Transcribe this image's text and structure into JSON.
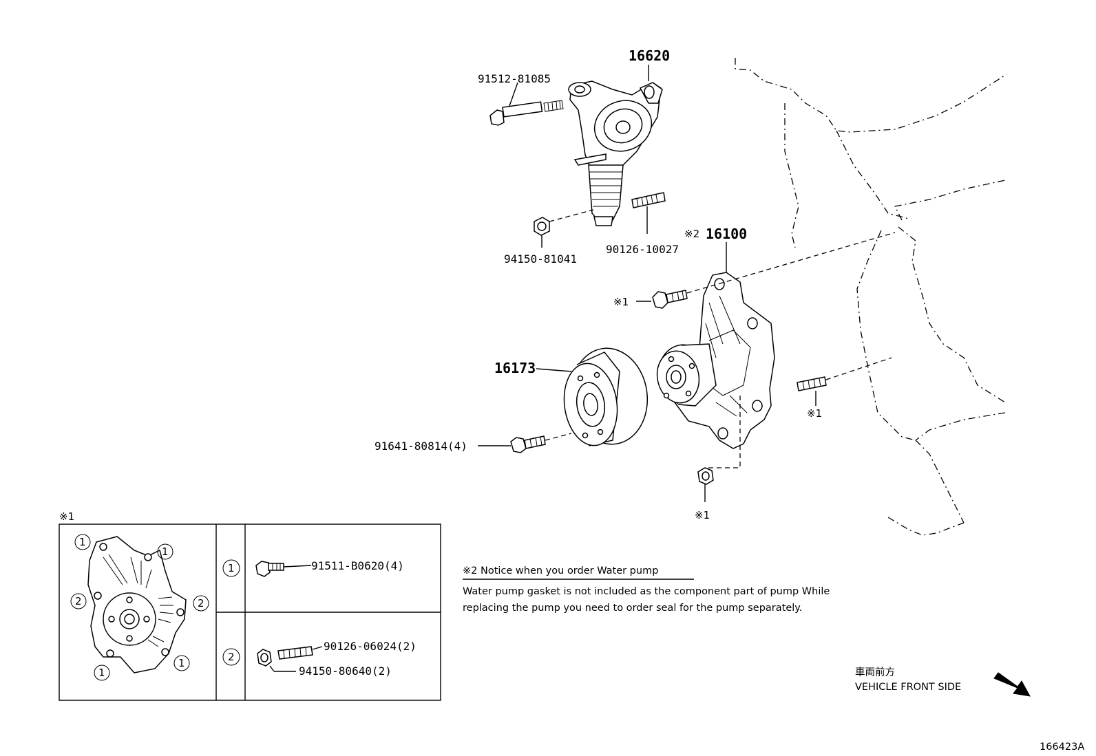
{
  "callouts": {
    "tensioner": "16620",
    "tensioner_bolt": "91512-81085",
    "tensioner_nut": "94150-81041",
    "tensioner_stud": "90126-10027",
    "pump_mark": "※2",
    "pump": "16100",
    "pulley": "16173",
    "pulley_bolt": "91641-80814(4)",
    "pump_bolt_mark": "※1",
    "pump_stud_mark": "※1",
    "pump_nut_mark": "※1"
  },
  "inset": {
    "mark": "※1",
    "circle_1": "1",
    "circle_2": "2",
    "row1_part": "91511-B0620(4)",
    "row2_stud": "90126-06024(2)",
    "row2_nut": "94150-80640(2)"
  },
  "notice": {
    "title": "※2 Notice when you order Water pump",
    "line1": "Water pump gasket is not included as the component part of pump While",
    "line2": "replacing the pump you need to order seal for the pump separately."
  },
  "direction": {
    "jp": "車両前方",
    "en": "VEHICLE FRONT SIDE"
  },
  "figure_id": "166423A"
}
